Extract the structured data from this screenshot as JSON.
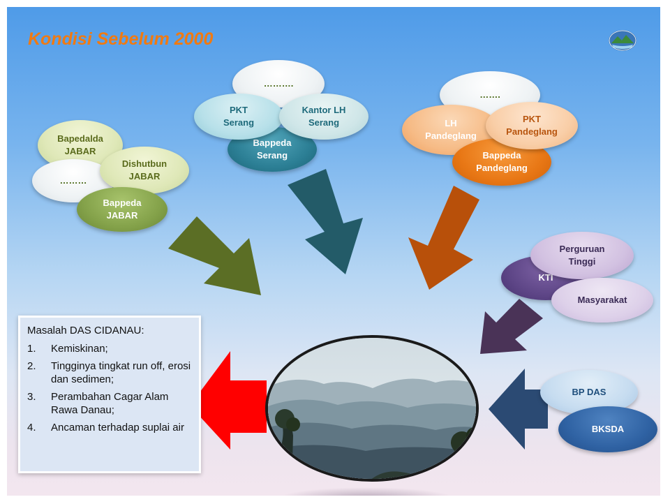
{
  "title": "Kondisi Sebelum 2000",
  "logo_icon": "watershed-emblem-icon",
  "groups": {
    "jabar": {
      "bapedalda": "Bapedalda\nJABAR",
      "dishutbun": "Dishutbun\nJABAR",
      "other": "………",
      "bappeda": "Bappeda\nJABAR"
    },
    "serang": {
      "other": "……….",
      "pkt": "PKT\nSerang",
      "kantor_lh": "Kantor LH\nSerang",
      "bappeda": "Bappeda\nSerang"
    },
    "pandeglang": {
      "other": "…….",
      "lh": "LH\nPandeglang",
      "pkt": "PKT\nPandeglang",
      "bappeda": "Bappeda\nPandeglang"
    },
    "civil": {
      "perguruan": "Perguruan\nTinggi",
      "kti": "KTI",
      "masyarakat": "Masyarakat"
    },
    "central": {
      "bpdas": "BP DAS",
      "bksda": "BKSDA"
    }
  },
  "problems": {
    "heading": "Masalah DAS CIDANAU:",
    "items": [
      {
        "num": "1.",
        "text": "Kemiskinan;"
      },
      {
        "num": "2.",
        "text": "Tingginya tingkat run off, erosi dan sedimen;"
      },
      {
        "num": "3.",
        "text": "Perambahan Cagar Alam Rawa Danau;"
      },
      {
        "num": "4.",
        "text": "Ancaman terhadap suplai air"
      }
    ]
  },
  "colors": {
    "title": "#f07a12",
    "arrow_green": "#5b6e25",
    "arrow_teal": "#235b68",
    "arrow_orange": "#b8500a",
    "arrow_purple": "#4a3357",
    "arrow_navy": "#2b4a73",
    "arrow_red": "#ff0000"
  }
}
